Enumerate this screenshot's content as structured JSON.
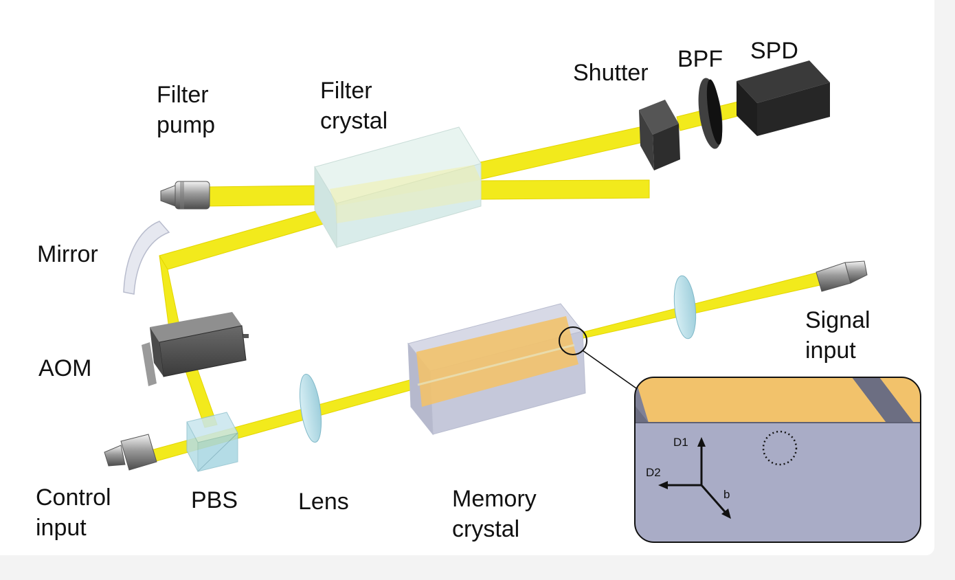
{
  "labels": {
    "filter_pump": [
      "Filter",
      "pump"
    ],
    "filter_crystal": [
      "Filter",
      "crystal"
    ],
    "shutter": "Shutter",
    "bpf": "BPF",
    "spd": "SPD",
    "mirror": "Mirror",
    "aom": "AOM",
    "signal_input": [
      "Signal",
      "input"
    ],
    "control_input": [
      "Control",
      "input"
    ],
    "pbs": "PBS",
    "lens": "Lens",
    "memory_crystal": [
      "Memory",
      "crystal"
    ]
  },
  "inset": {
    "axis_d1": "D1",
    "axis_d2": "D2",
    "axis_b": "b"
  },
  "colors": {
    "beam": "#f2ea1c",
    "beam_edge": "#e3d500",
    "crystal_face": "#d9ecea",
    "memory_face": "#c9ccdd",
    "gold": "#f2c26b",
    "inset_bg": "#a9acc6",
    "dark_device": "#2a2a2a"
  }
}
